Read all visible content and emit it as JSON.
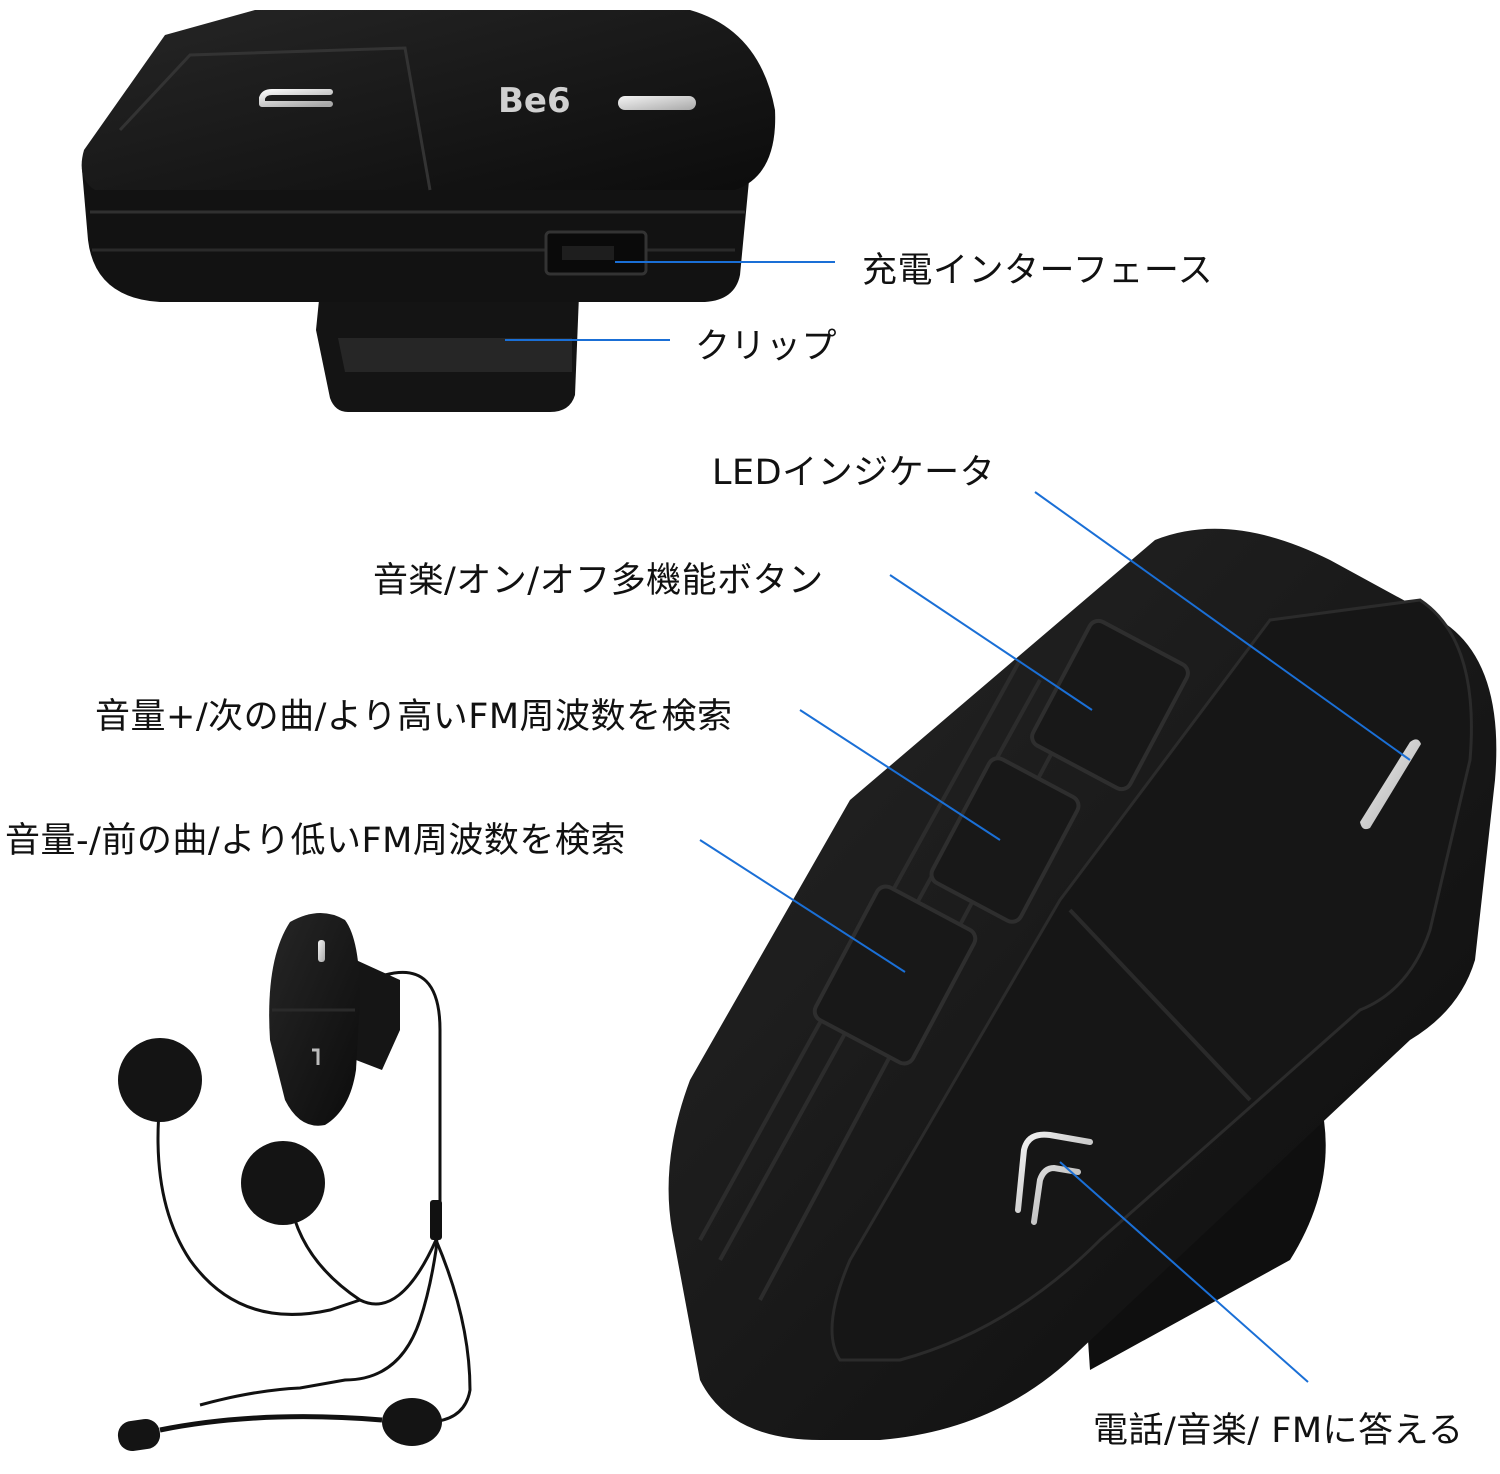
{
  "product": {
    "logo": "Be6"
  },
  "callouts": {
    "charging_port": "充電インターフェース",
    "clip": "クリップ",
    "led_indicator": "LEDインジケータ",
    "music_power_button": "音楽/オン/オフ多機能ボタン",
    "volume_up_button": "音量+/次の曲/より高いFM周波数を検索",
    "volume_down_button": "音量-/前の曲/より低いFM周波数を検索",
    "phone_button": "電話/音楽/ FMに答える"
  },
  "colors": {
    "leader_line": "#1a6fd6",
    "device_body": "#151515",
    "device_edge": "#2a2a2a",
    "accent_silver": "#d8d8d8"
  }
}
